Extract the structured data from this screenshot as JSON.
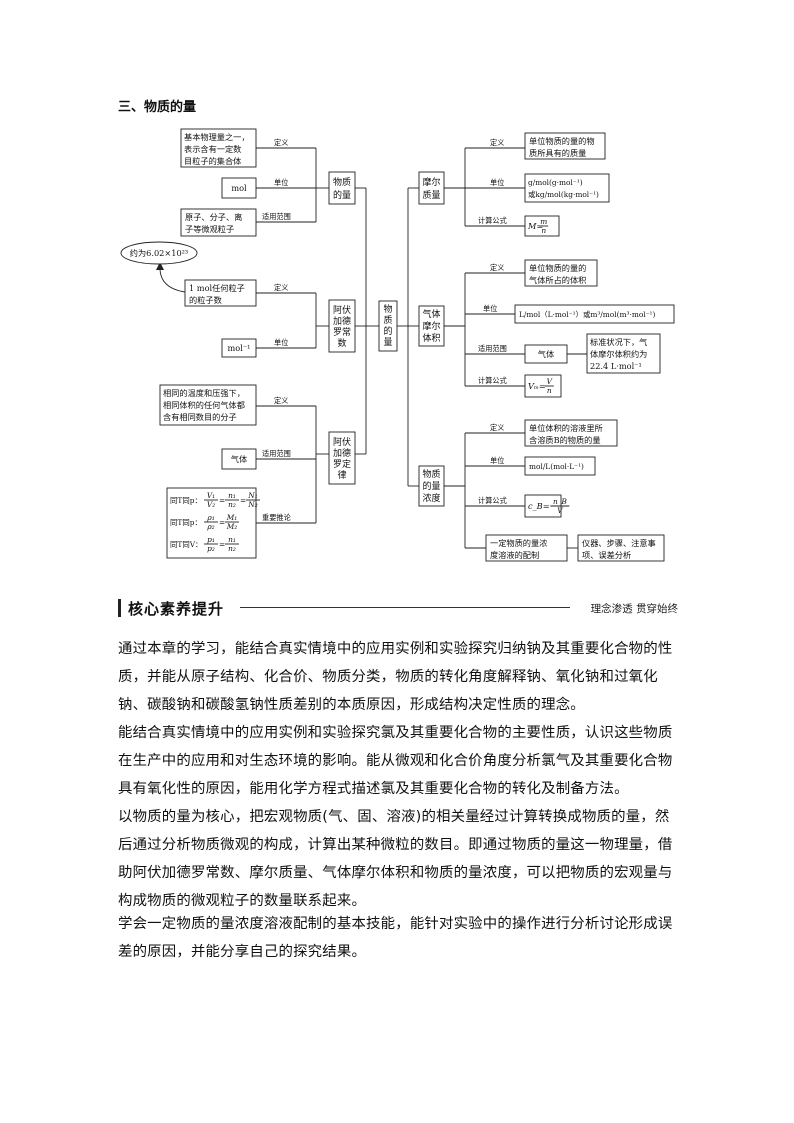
{
  "section_title": "三、物质的量",
  "diagram": {
    "center": "物质的量",
    "left": {
      "quantity": {
        "label": "物质的量",
        "definition_label": "定义",
        "definition": [
          "基本物理量之一，",
          "表示含有一定数",
          "目粒子的集合体"
        ],
        "unit_label": "单位",
        "unit": "mol",
        "scope_label": "适用范围",
        "scope": [
          "原子、分子、离",
          "子等微观粒子"
        ]
      },
      "avogadro_constant": {
        "label": "阿伏加德罗常数",
        "note": "约为6.02×10²³",
        "definition_label": "定义",
        "definition": [
          "1 mol任何粒子",
          "的粒子数"
        ],
        "unit_label": "单位",
        "unit": "mol⁻¹"
      },
      "avogadro_law": {
        "label": "阿伏加德罗定律",
        "definition_label": "定义",
        "definition": [
          "相同的温度和压强下，",
          "相同体积的任何气体都",
          "含有相同数目的分子"
        ],
        "scope_label": "适用范围",
        "scope": "气体",
        "inference_label": "重要推论",
        "inferences": [
          {
            "prefix": "同T同p：",
            "f1n": "V₁",
            "f1d": "V₂",
            "f2n": "n₁",
            "f2d": "n₂",
            "f3n": "N₁",
            "f3d": "N₂"
          },
          {
            "prefix": "同T同p：",
            "f1n": "ρ₁",
            "f1d": "ρ₂",
            "f2n": "M₁",
            "f2d": "M₂"
          },
          {
            "prefix": "同T同V：",
            "f1n": "p₁",
            "f1d": "p₂",
            "f2n": "n₁",
            "f2d": "n₂"
          }
        ]
      }
    },
    "right": {
      "molar_mass": {
        "label": "摩尔质量",
        "definition_label": "定义",
        "definition": [
          "单位物质的量的物",
          "质所具有的质量"
        ],
        "unit_label": "单位",
        "unit": [
          "g/mol(g·mol⁻¹)",
          "或kg/mol(kg·mol⁻¹)"
        ],
        "formula_label": "计算公式",
        "formula": {
          "lhs": "M",
          "num": "m",
          "den": "n"
        }
      },
      "molar_volume": {
        "label": "气体摩尔体积",
        "definition_label": "定义",
        "definition": [
          "单位物质的量的",
          "气体所占的体积"
        ],
        "unit_label": "单位",
        "unit": "L/mol（L·mol⁻¹）或m³/mol(m³·mol⁻¹)",
        "scope_label": "适用范围",
        "scope": "气体",
        "scope_note": [
          "标准状况下，气",
          "体摩尔体积约为",
          "22.4 L·mol⁻¹"
        ],
        "formula_label": "计算公式",
        "formula": {
          "lhs": "Vₘ",
          "num": "V",
          "den": "n"
        }
      },
      "concentration": {
        "label": "物质的量浓度",
        "definition_label": "定义",
        "definition": [
          "单位体积的溶液里所",
          "含溶质B的物质的量"
        ],
        "unit_label": "单位",
        "unit": "mol/L(mol·L⁻¹)",
        "formula_label": "计算公式",
        "formula": {
          "lhs": "c_B",
          "num": "n_B",
          "den": "V"
        },
        "prep": [
          "一定物质的量浓",
          "度溶液的配制"
        ],
        "prep_note": [
          "仪器、步骤、注意事",
          "项、误差分析"
        ]
      }
    }
  },
  "core": {
    "title": "核心素养提升",
    "subtitle": "理念渗透  贯穿始终"
  },
  "paragraphs": [
    "通过本章的学习，能结合真实情境中的应用实例和实验探究归纳钠及其重要化合物的性质，并能从原子结构、化合价、物质分类，物质的转化角度解释钠、氧化钠和过氧化钠、碳酸钠和碳酸氢钠性质差别的本质原因，形成结构决定性质的理念。",
    "能结合真实情境中的应用实例和实验探究氯及其重要化合物的主要性质，认识这些物质在生产中的应用和对生态环境的影响。能从微观和化合价角度分析氯气及其重要化合物具有氧化性的原因，能用化学方程式描述氯及其重要化合物的转化及制备方法。",
    "以物质的量为核心，把宏观物质(气、固、溶液)的相关量经过计算转换成物质的量，然后通过分析物质微观的构成，计算出某种微粒的数目。即通过物质的量这一物理量，借助阿伏加德罗常数、摩尔质量、气体摩尔体积和物质的量浓度，可以把物质的宏观量与构成物质的微观粒子的数量联系起来。",
    "学会一定物质的量浓度溶液配制的基本技能，能针对实验中的操作进行分析讨论形成误差的原因，并能分享自己的探究结果。"
  ]
}
